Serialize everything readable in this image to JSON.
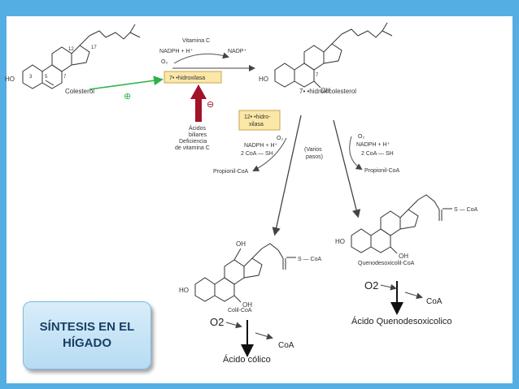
{
  "slide": {
    "title": "SÍNTESIS EN EL HÍGADO",
    "colors": {
      "frame": "#55aee3",
      "green_arrow": "#2db34a",
      "red_arrow": "#a3122a",
      "enzyme_box": "#fbe7a8"
    }
  },
  "top": {
    "cholesterol": "Colesterol",
    "hydroxylated": "7• •hidroxicolesterol",
    "enzyme": "7• •hidroxilasa",
    "cofactor": "Vitamina C",
    "nadph": "NADPH + H⁺",
    "nadp": "NADP⁺",
    "o2": "O₂",
    "plus": "⊕",
    "minus": "⊖",
    "inhibitors": [
      "Ácidos",
      "biliares",
      "Deficiencia",
      "de vitamina C"
    ],
    "ho": "HO",
    "oh": "OH",
    "ring_numbers": [
      "3",
      "5",
      "7",
      "12",
      "17"
    ]
  },
  "middle": {
    "enzyme12": [
      "12• •hidro-",
      "xilasa"
    ],
    "left_o2": "O₂",
    "left_nadph": "NADPH + H⁺",
    "left_coa": "2 CoA — SH",
    "left_product": "Propionil-CoA",
    "varios": [
      "(Varios",
      "pasos)"
    ],
    "right_o2": "O₂",
    "right_nadph": "NADPH + H⁺",
    "right_coa": "2 CoA — SH",
    "right_product": "Propionil-CoA"
  },
  "bottom": {
    "colil": "Colil-CoA",
    "quenod": "Quenodesoxicolil-CoA",
    "coa_group": "S — CoA",
    "o2_left": "O2",
    "coa_left": "CoA",
    "acid_left": "Ácido cólico",
    "o2_right": "O2",
    "coa_right": "CoA",
    "acid_right": "Ácido Quenodesoxicolico"
  }
}
